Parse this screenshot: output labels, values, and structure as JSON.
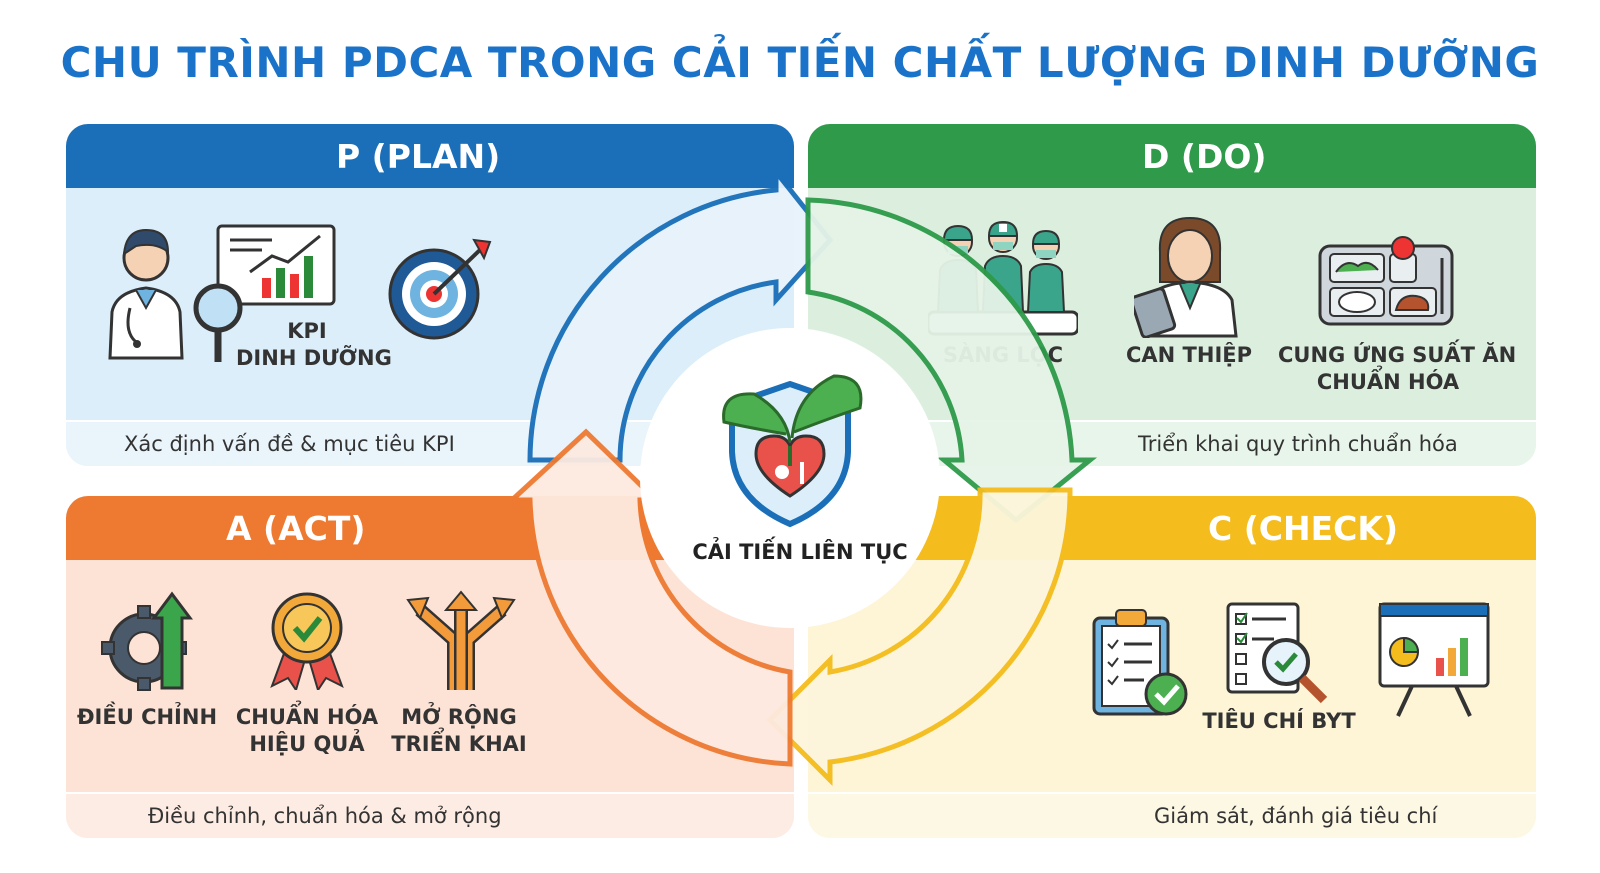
{
  "title": "CHU TRÌNH PDCA TRONG CẢI TIẾN CHẤT LƯỢNG DINH DƯỠNG",
  "center": {
    "label": "CẢI TIẾN LIÊN TỤC",
    "icon": "heart-shield-sprout-icon"
  },
  "colors": {
    "plan": "#1a6fb8",
    "do": "#2e9a4a",
    "check": "#f4bc1c",
    "act": "#ee7a32",
    "title": "#1a73c8"
  },
  "plan": {
    "header": "P (PLAN)",
    "items": [
      {
        "label_line1": "KPI",
        "label_line2": "DINH DƯỠNG",
        "icon": "doctor-analysis-chart-icon"
      },
      {
        "label_line1": "",
        "label_line2": "",
        "icon": "target-icon"
      }
    ],
    "footer": "Xác định vấn đề & mục tiêu KPI"
  },
  "do": {
    "header": "D (DO)",
    "items": [
      {
        "label_line1": "SÀNG LỌC",
        "label_line2": "",
        "icon": "medical-team-icon"
      },
      {
        "label_line1": "CAN THIỆP",
        "label_line2": "",
        "icon": "nurse-tablet-icon"
      },
      {
        "label_line1": "CUNG ỨNG SUẤT ĂN",
        "label_line2": "CHUẨN HÓA",
        "icon": "meal-tray-icon"
      }
    ],
    "footer": "Triển khai quy trình chuẩn hóa"
  },
  "check": {
    "header": "C (CHECK)",
    "items": [
      {
        "label_line1": "",
        "label_line2": "",
        "icon": "clipboard-check-icon"
      },
      {
        "label_line1": "TIÊU CHÍ BYT",
        "label_line2": "",
        "icon": "checklist-magnifier-icon"
      },
      {
        "label_line1": "",
        "label_line2": "",
        "icon": "presentation-board-icon"
      }
    ],
    "footer": "Giám sát, đánh giá tiêu chí"
  },
  "act": {
    "header": "A (ACT)",
    "items": [
      {
        "label_line1": "ĐIỀU CHỈNH",
        "label_line2": "",
        "icon": "gear-arrow-up-icon"
      },
      {
        "label_line1": "CHUẨN HÓA",
        "label_line2": "HIỆU QUẢ",
        "icon": "award-badge-icon"
      },
      {
        "label_line1": "MỞ RỘNG",
        "label_line2": "TRIỂN KHAI",
        "icon": "expanding-arrows-icon"
      }
    ],
    "footer": "Điều chỉnh, chuẩn hóa & mở rộng"
  }
}
